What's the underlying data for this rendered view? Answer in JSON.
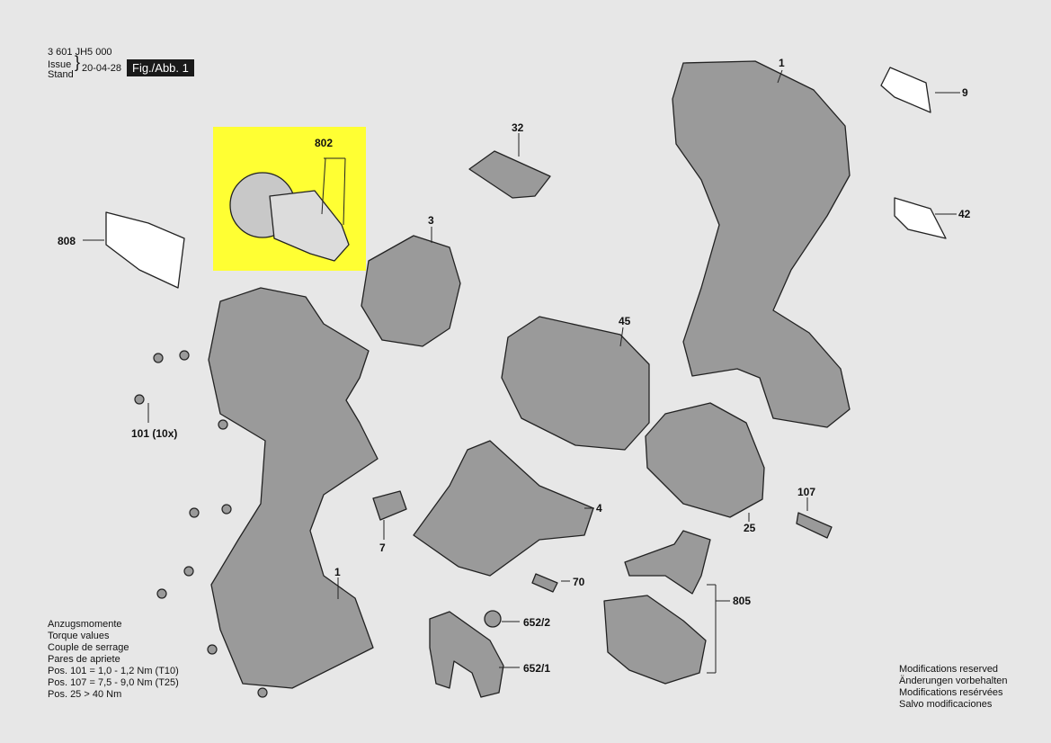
{
  "header": {
    "part_number": "3 601 JH5 000",
    "issue_label": "Issue",
    "stand_label": "Stand",
    "date": "20-04-28",
    "figure": "Fig./Abb. 1"
  },
  "callouts": {
    "c1_top": "1",
    "c9": "9",
    "c42": "42",
    "c32": "32",
    "c802": "802",
    "c808": "808",
    "c3": "3",
    "c45": "45",
    "c101": "101 (10x)",
    "c4": "4",
    "c7": "7",
    "c70": "70",
    "c107": "107",
    "c25": "25",
    "c1_bottom": "1",
    "c805": "805",
    "c652_2": "652/2",
    "c652_1": "652/1"
  },
  "torque_notes": [
    "Anzugsmomente",
    "Torque values",
    "Couple de serrage",
    "Pares de apriete",
    "Pos. 101  = 1,0 - 1,2 Nm (T10)",
    "Pos. 107  = 7,5 - 9,0 Nm (T25)",
    "Pos. 25    > 40 Nm"
  ],
  "modification_notes": [
    "Modifications reserved",
    "Änderungen vorbehalten",
    "Modifications resérvées",
    "Salvo modificaciones"
  ],
  "colors": {
    "background": "#e7e7e7",
    "highlight": "#ffff33",
    "line": "#222222"
  }
}
